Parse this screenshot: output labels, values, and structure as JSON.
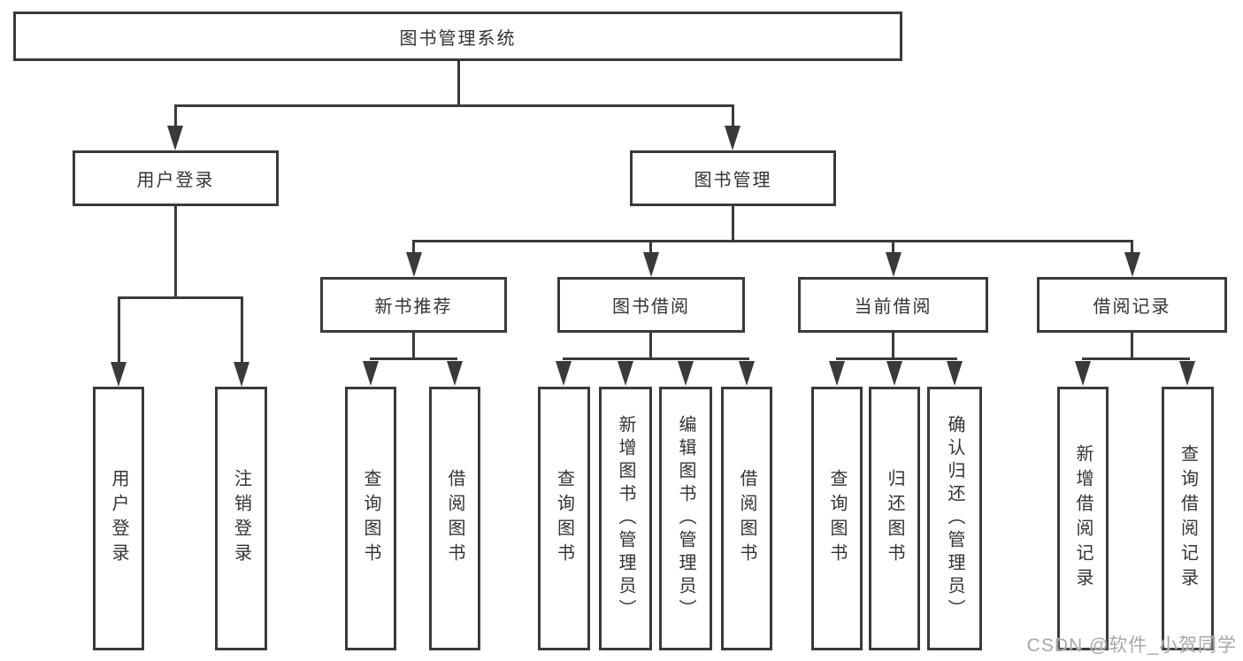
{
  "diagram": {
    "root": {
      "label": "图书管理系统"
    },
    "level2": [
      {
        "label": "用户登录"
      },
      {
        "label": "图书管理"
      }
    ],
    "level3": [
      {
        "label": "新书推荐"
      },
      {
        "label": "图书借阅"
      },
      {
        "label": "当前借阅"
      },
      {
        "label": "借阅记录"
      }
    ],
    "leaves": {
      "login": [
        {
          "label": "用户登录"
        },
        {
          "label": "注销登录"
        }
      ],
      "recommend": [
        {
          "label": "查询图书"
        },
        {
          "label": "借阅图书"
        }
      ],
      "borrow": [
        {
          "label": "查询图书"
        },
        {
          "label": "新增图书（管理员）"
        },
        {
          "label": "编辑图书（管理员）"
        },
        {
          "label": "借阅图书"
        }
      ],
      "current": [
        {
          "label": "查询图书"
        },
        {
          "label": "归还图书"
        },
        {
          "label": "确认归还（管理员）"
        }
      ],
      "records": [
        {
          "label": "新增借阅记录"
        },
        {
          "label": "查询借阅记录"
        }
      ]
    },
    "watermark": "CSDN @软件_小贺同学",
    "colors": {
      "line": "#3a3a3a",
      "text": "#333333",
      "watermark": "#a8a8a8",
      "background": "#ffffff"
    }
  }
}
